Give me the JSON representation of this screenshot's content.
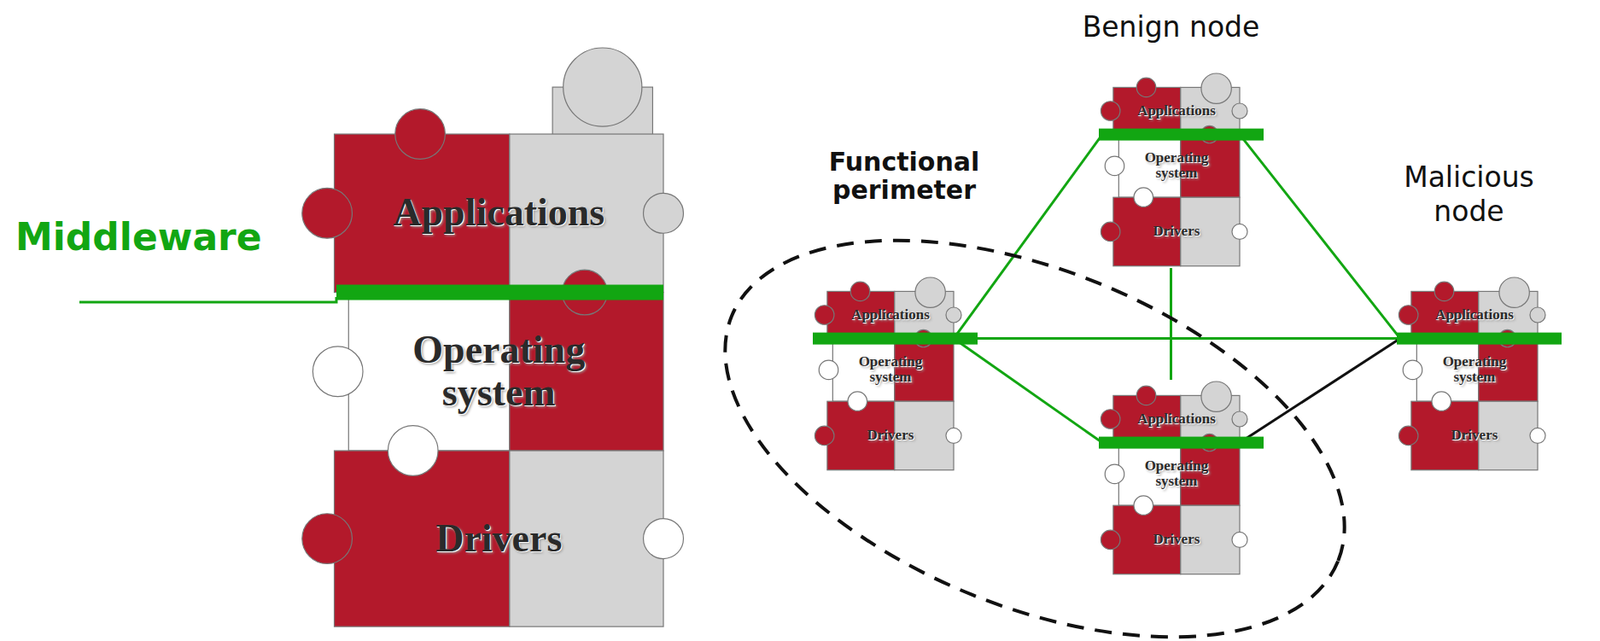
{
  "diagram": {
    "nodes": [
      {
        "text": [
          "Applications",
          "Operating system",
          "Drivers"
        ]
      },
      {
        "text": [
          "Functional perimeter"
        ]
      },
      {
        "text": [
          "Applications",
          "Operating system",
          "Drivers"
        ],
        "in": 1
      },
      {
        "text": [
          "Benign node",
          "Applications",
          "Operating system",
          "Drivers"
        ]
      },
      {
        "text": [
          "Applications",
          "Operating system",
          "Drivers"
        ],
        "in": 1
      },
      {
        "text": [
          "Malicious node",
          "Applications",
          "Operating system",
          "Drivers"
        ]
      }
    ],
    "edges": [
      {
        "from": 2,
        "to": 3,
        "arrow": "none"
      },
      {
        "from": 2,
        "to": 4,
        "arrow": "none"
      },
      {
        "from": 2,
        "to": 5,
        "arrow": "none"
      },
      {
        "from": 3,
        "to": 4,
        "arrow": "none"
      },
      {
        "from": 3,
        "to": 5,
        "arrow": "none"
      },
      {
        "from": 4,
        "to": 5,
        "arrow": "none"
      }
    ],
    "labels": [
      "Middleware"
    ]
  }
}
